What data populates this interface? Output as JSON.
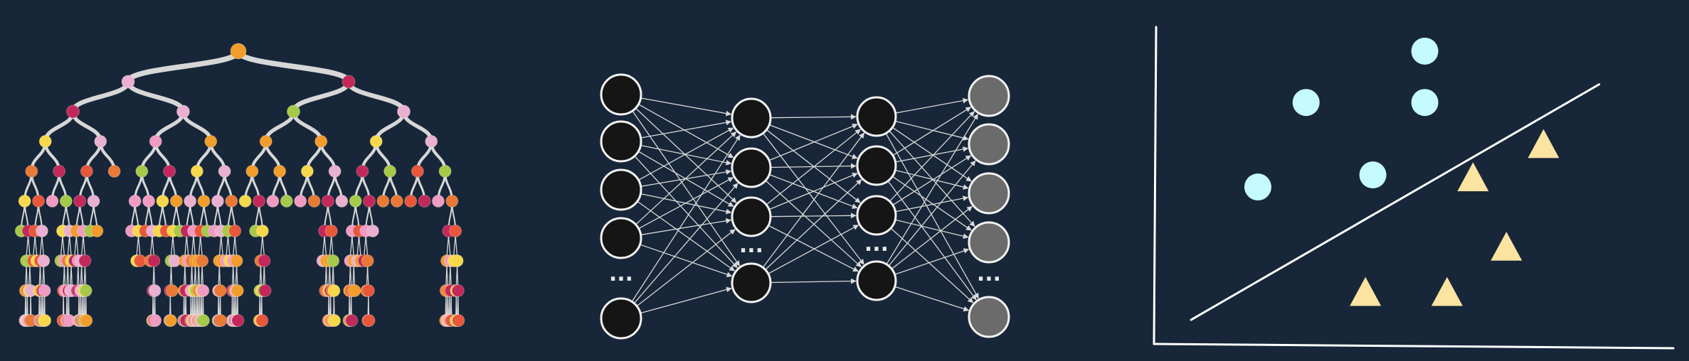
{
  "colors": {
    "background": "#172638",
    "tree_branch": "#d7d7d7",
    "tree_palette": [
      "#f29c2b",
      "#c2295a",
      "#e8573a",
      "#f09bc2",
      "#f7d84a",
      "#a6c94a",
      "#e87a35",
      "#e9b0d0"
    ],
    "neuron_fill": "#151515",
    "neuron_output_fill": "#6b6b6b",
    "neuron_stroke": "#f2f2f2",
    "edge": "#d9d9d9",
    "class_a": "#c5fbff",
    "class_b": "#fbe3a1",
    "axis": "#ffffff"
  },
  "icons": {
    "tree": "decision-tree-icon",
    "network": "neural-network-icon",
    "classifier": "linear-classifier-icon"
  },
  "decision_tree": {
    "depth": 9,
    "root_color": "#f29c2b"
  },
  "neural_network": {
    "layers": [
      {
        "name": "input",
        "visible_nodes": 5,
        "ellipsis": "..."
      },
      {
        "name": "hidden-1",
        "visible_nodes": 4,
        "ellipsis": "..."
      },
      {
        "name": "hidden-2",
        "visible_nodes": 4,
        "ellipsis": "..."
      },
      {
        "name": "output",
        "visible_nodes": 5,
        "ellipsis": "..."
      }
    ]
  },
  "scatter": {
    "class_a_shape": "circle",
    "class_b_shape": "triangle",
    "class_a_points": [
      [
        0.73,
        0.97
      ],
      [
        0.41,
        0.8
      ],
      [
        0.73,
        0.8
      ],
      [
        0.59,
        0.56
      ],
      [
        0.28,
        0.52
      ]
    ],
    "class_b_points": [
      [
        1.05,
        0.66
      ],
      [
        0.86,
        0.55
      ],
      [
        0.95,
        0.32
      ],
      [
        0.57,
        0.17
      ],
      [
        0.79,
        0.17
      ]
    ],
    "boundary": [
      [
        0.1,
        0.08
      ],
      [
        1.2,
        0.86
      ]
    ],
    "xlim": [
      0,
      1.4
    ],
    "ylim": [
      0,
      1.05
    ]
  }
}
